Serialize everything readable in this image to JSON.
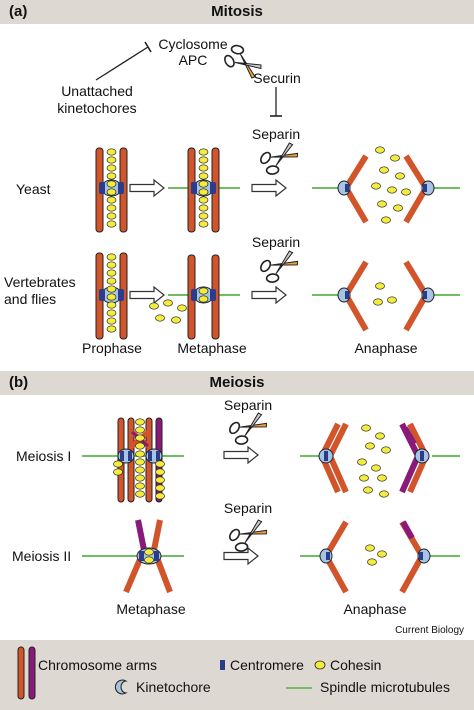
{
  "panel_a": {
    "letter": "(a)",
    "title": "Mitosis",
    "regulators": {
      "cyclosome": "Cyclosome",
      "apc": "APC",
      "unattached_1": "Unattached",
      "unattached_2": "kinetochores",
      "securin": "Securin",
      "separin_top": "Separin",
      "separin_bottom": "Separin"
    },
    "rows": {
      "yeast": "Yeast",
      "vertebrates_1": "Vertebrates",
      "vertebrates_2": "and flies"
    },
    "stages": {
      "prophase": "Prophase",
      "metaphase": "Metaphase",
      "anaphase": "Anaphase"
    }
  },
  "panel_b": {
    "letter": "(b)",
    "title": "Meiosis",
    "rows": {
      "meiosis1": "Meiosis I",
      "meiosis2": "Meiosis II"
    },
    "separin_1": "Separin",
    "separin_2": "Separin",
    "stages": {
      "metaphase": "Metaphase",
      "anaphase": "Anaphase"
    },
    "credit": "Current Biology"
  },
  "legend": {
    "chromosome_arms": "Chromosome arms",
    "centromere": "Centromere",
    "cohesin": "Cohesin",
    "kinetochore": "Kinetochore",
    "spindle": "Spindle microtubules"
  },
  "colors": {
    "orange_arm": "#d2542a",
    "purple_arm": "#8a1a7a",
    "centromere": "#2c3c8c",
    "kinetochore": "#a8c4e4",
    "cohesin": "#f4ec3c",
    "spindle": "#6cc060",
    "bar": "#ddd8d2"
  },
  "icons": [
    "scissors-icon",
    "arrow-icon",
    "inhibition-icon"
  ]
}
